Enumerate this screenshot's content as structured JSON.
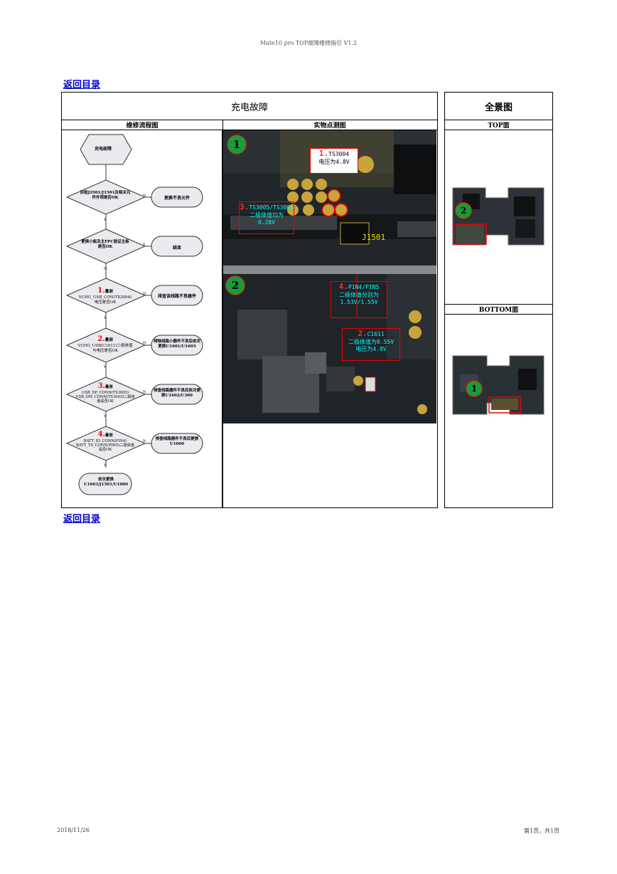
{
  "header": "Mate10 pro TOP故障维修指引 V1.2",
  "back_link": "返回目录",
  "main_title": "充电故障",
  "panorama_title": "全景图",
  "col_flow": "维修流程图",
  "col_photo": "实物点测图",
  "top_label": "TOP面",
  "bottom_label": "BOTTOM面",
  "flow": {
    "start": "充电故障",
    "q1": "目检J2901/J1501及相关元件外观是否OK",
    "a1": "更换不良元件",
    "q2": "更换小板及主FPC验证主板是否OK",
    "a2": "结束",
    "q3_num": "1.",
    "q3_title": "量测",
    "q3": "VCHG_USB_CON(TS3004)电压是否OK",
    "a3": "排查该线路不良器件",
    "q4_num": "2.",
    "q4_title": "量测",
    "q4": "VCHG_USB(C1611)二极体值与电压是否OK",
    "a4": "排除线路小器件不良后依次更换U1601/U1603",
    "q5_num": "3.",
    "q5_title": "量测",
    "q5": "USB_DP_CONN(TS3005) USB_DM_CONN(TS3003)二极体值是否OK",
    "a5": "排查线路器件不良后依次更换U1602/U300",
    "q6_num": "4.",
    "q6_title": "量测",
    "q6": "BATT_ID_CONN(PIN4) BATT_TS_CONN(PIN5)二极体值是否OK",
    "a6": "排查线路器件不良后更换U1000",
    "end": "依次更换U1603/J1501/U1000",
    "yes": "Y",
    "no": "N"
  },
  "photo": {
    "circle1": "1",
    "circle2": "2",
    "anno1_num": "1.",
    "anno1_a": "TS3004",
    "anno1_b": "电压为4.8V",
    "anno3_num": "3.",
    "anno3_a": "TS3005/TS3003",
    "anno3_b": "二极体值均为",
    "anno3_c": "0.28V",
    "j1501": "J1501",
    "anno4_num": "4.",
    "anno4_a": "PIN4/PIN5",
    "anno4_b": "二极体值分别为",
    "anno4_c": "1.53V/1.55V",
    "anno2_num": "2.",
    "anno2_a": "C1611",
    "anno2_b": "二极体值为0.55V",
    "anno2_c": "电压为4.8V"
  },
  "pano": {
    "top_circle": "2",
    "bottom_circle": "1"
  },
  "footer_date": "2018/11/26",
  "footer_page": "第1页，共1页"
}
